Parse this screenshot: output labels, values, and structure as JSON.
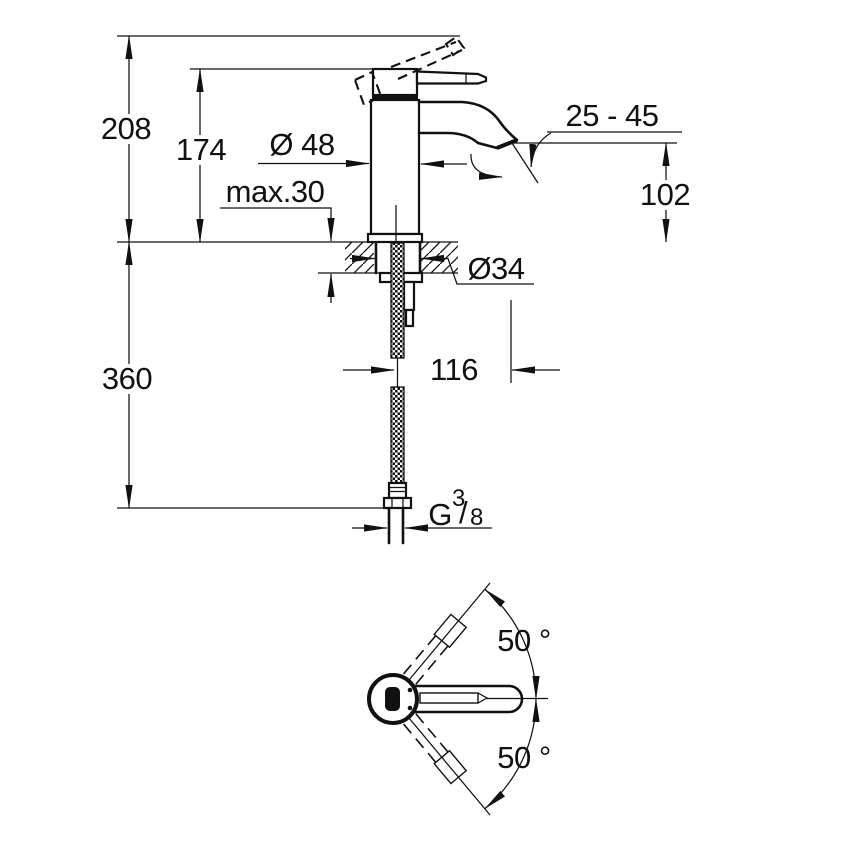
{
  "colors": {
    "ink": "#111111",
    "background": "#ffffff"
  },
  "front_view": {
    "overall_height": "208",
    "spout_top_height": "174",
    "body_diameter": "Ø 48",
    "max_deck_thickness": "max.30",
    "aerator_distance_range": "25 - 45",
    "outlet_height": "102",
    "shank_diameter": "Ø34",
    "hose_length": "360",
    "spout_reach": "116",
    "thread_label": {
      "letter": "G",
      "sup": "3",
      "slash": "/",
      "sub": "8"
    }
  },
  "top_view": {
    "swivel_angle_upper": "50 °",
    "swivel_angle_lower": "50 °"
  }
}
